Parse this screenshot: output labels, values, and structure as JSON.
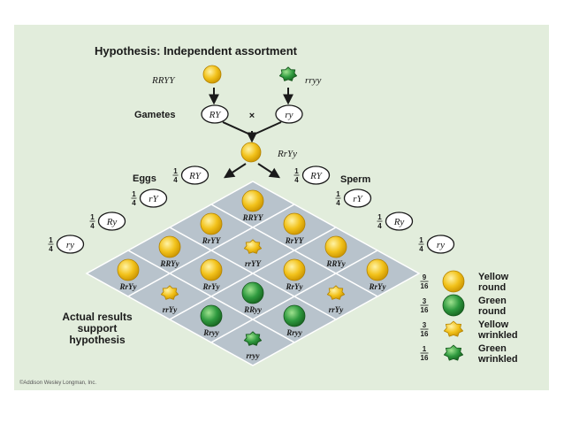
{
  "title": "Hypothesis: Independent assortment",
  "parents": {
    "yellow_round": "RRYY",
    "green_wrinkled": "rryy",
    "cross_symbol": "×"
  },
  "gametes": {
    "label": "Gametes",
    "left": "RY",
    "right": "ry"
  },
  "f1": "RrYy",
  "eggs_label": "Eggs",
  "sperm_label": "Sperm",
  "quarter": {
    "num": "1",
    "den": "4"
  },
  "eggs": [
    "RY",
    "rY",
    "Ry",
    "ry"
  ],
  "sperm": [
    "RY",
    "rY",
    "Ry",
    "ry"
  ],
  "grid": [
    [
      "RRYY",
      "RrYY",
      "RRYy",
      "RrYy"
    ],
    [
      "RrYY",
      "rrYY",
      "RrYy",
      "rrYy"
    ],
    [
      "RRYy",
      "RrYy",
      "RRyy",
      "Rryy"
    ],
    [
      "RrYy",
      "rrYy",
      "Rryy",
      "rryy"
    ]
  ],
  "grid_phenotypes": [
    [
      "yellow-round",
      "yellow-round",
      "yellow-round",
      "yellow-round"
    ],
    [
      "yellow-round",
      "yellow-wrinkled",
      "yellow-round",
      "yellow-wrinkled"
    ],
    [
      "yellow-round",
      "yellow-round",
      "green-round",
      "green-round"
    ],
    [
      "yellow-round",
      "yellow-wrinkled",
      "green-round",
      "green-wrinkled"
    ]
  ],
  "result_text": [
    "Actual results",
    "support",
    "hypothesis"
  ],
  "legend": [
    {
      "num": "9",
      "den": "16",
      "line1": "Yellow",
      "line2": "round",
      "phenotype": "yellow-round"
    },
    {
      "num": "3",
      "den": "16",
      "line1": "Green",
      "line2": "round",
      "phenotype": "green-round"
    },
    {
      "num": "3",
      "den": "16",
      "line1": "Yellow",
      "line2": "wrinkled",
      "phenotype": "yellow-wrinkled"
    },
    {
      "num": "1",
      "den": "16",
      "line1": "Green",
      "line2": "wrinkled",
      "phenotype": "green-wrinkled"
    }
  ],
  "credit": "©Addison Wesley Longman, Inc.",
  "colors": {
    "panel_bg": "#e2eddc",
    "cell_fill": "#b8c3cc",
    "grid_line": "#ffffff",
    "yellow": "#f2c21b",
    "green": "#2f9a3f"
  }
}
